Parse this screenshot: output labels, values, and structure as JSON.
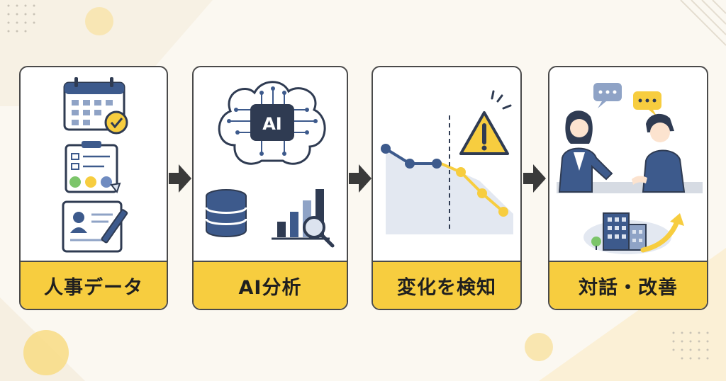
{
  "steps": [
    {
      "label": "人事データ",
      "icons": [
        "calendar-check-icon",
        "survey-clipboard-icon",
        "employee-profile-icon"
      ]
    },
    {
      "label": "AI分析",
      "icons": [
        "ai-brain-icon",
        "database-icon",
        "bar-chart-search-icon"
      ],
      "chip_text": "AI"
    },
    {
      "label": "変化を検知",
      "icons": [
        "declining-line-chart-icon",
        "warning-triangle-icon"
      ]
    },
    {
      "label": "対話・改善",
      "icons": [
        "conversation-people-icon",
        "speech-bubble-icon",
        "building-growth-icon"
      ]
    }
  ],
  "colors": {
    "accent_yellow": "#f7cd3f",
    "navy": "#3d5a8c",
    "dark": "#2f3b52",
    "background": "#fbf8f1"
  }
}
